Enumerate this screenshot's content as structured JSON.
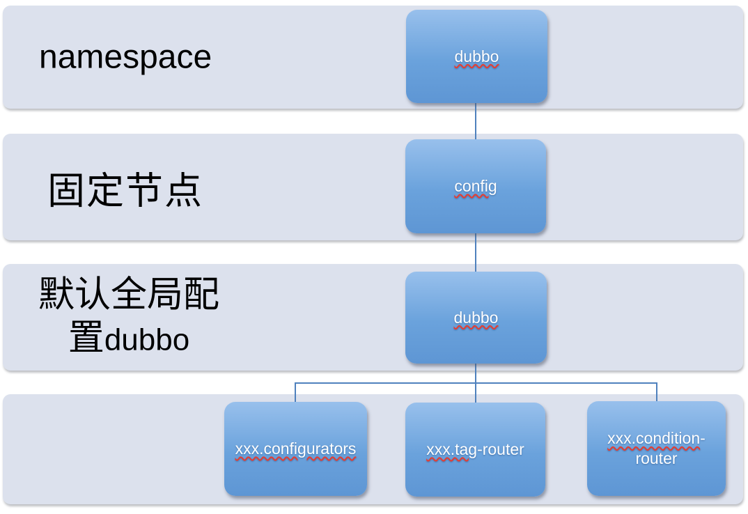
{
  "colors": {
    "band_background": "#dce1ed",
    "node_gradient_top": "#98c0ec",
    "node_gradient_bottom": "#5e96d4",
    "connector": "#4f81bd",
    "squiggle_underline": "#e73c30",
    "node_text": "#ffffff",
    "label_text": "#000000"
  },
  "rows": [
    {
      "label": "namespace"
    },
    {
      "label": "固定节点"
    },
    {
      "label_line1": "默认全局配",
      "label_line2_cjk": "置",
      "label_line2_latin": "dubbo"
    },
    {
      "label": ""
    }
  ],
  "nodes": {
    "root": {
      "text": "dubbo"
    },
    "config": {
      "text": "config"
    },
    "global": {
      "text": "dubbo"
    },
    "configurators": {
      "text": "xxx.configurators"
    },
    "tag_router": {
      "misspelled": "xxx.tag",
      "rest": "-router"
    },
    "condition_router": {
      "line1_misspelled": "xxx.condition",
      "line1_rest": "-",
      "line2": "router"
    }
  }
}
